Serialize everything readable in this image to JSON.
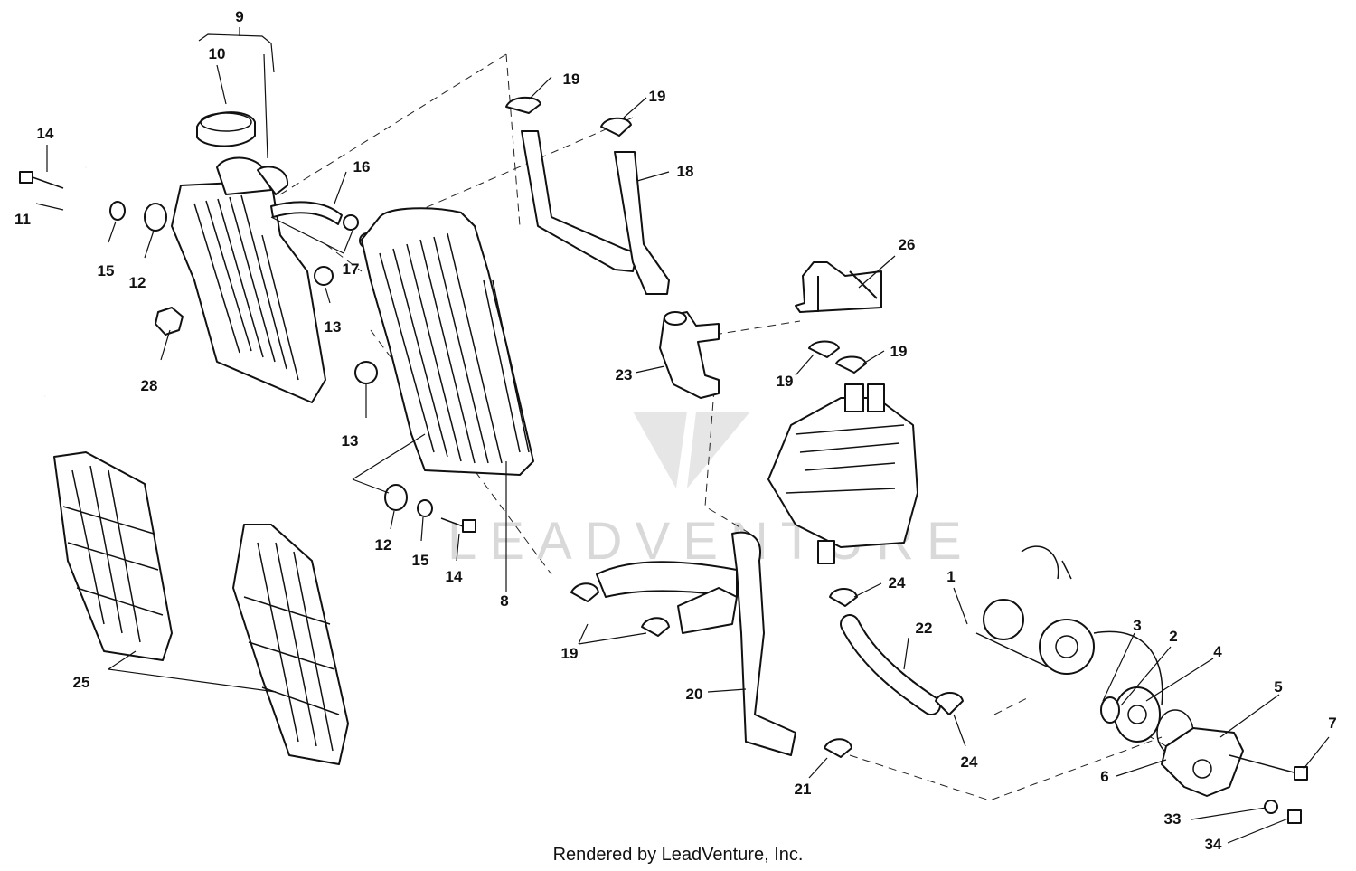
{
  "diagram": {
    "watermark": "LEADVENTURE",
    "footer": "Rendered by LeadVenture, Inc.",
    "callouts": {
      "c1": "1",
      "c2": "2",
      "c3": "3",
      "c4": "4",
      "c5": "5",
      "c6": "6",
      "c7": "7",
      "c8": "8",
      "c9": "9",
      "c10": "10",
      "c11": "11",
      "c12a": "12",
      "c12b": "12",
      "c13a": "13",
      "c13b": "13",
      "c14a": "14",
      "c14b": "14",
      "c15a": "15",
      "c15b": "15",
      "c16": "16",
      "c17": "17",
      "c18": "18",
      "c19a": "19",
      "c19b": "19",
      "c19c": "19",
      "c19d": "19",
      "c19e": "19",
      "c20": "20",
      "c21": "21",
      "c22": "22",
      "c23": "23",
      "c24a": "24",
      "c24b": "24",
      "c25": "25",
      "c26": "26",
      "c28": "28",
      "c33": "33",
      "c34": "34"
    }
  }
}
